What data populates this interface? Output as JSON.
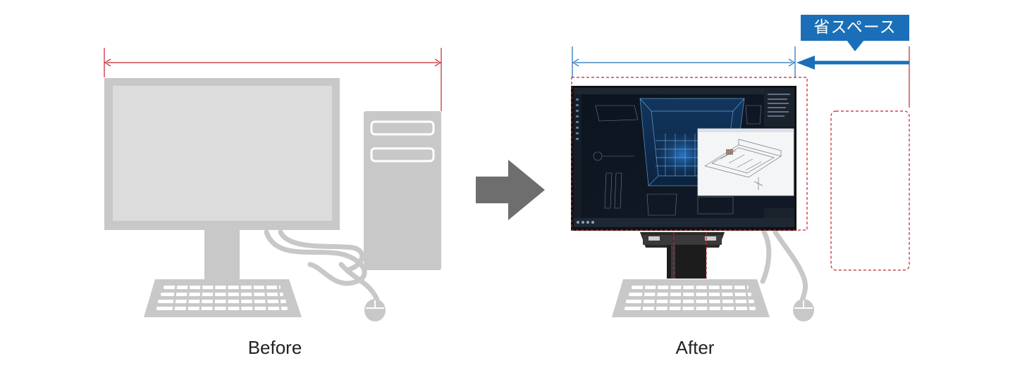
{
  "labels": {
    "before": "Before",
    "after": "After",
    "space_saving": "省スペース"
  },
  "colors": {
    "device_gray": "#c8c8c9",
    "screen_gray": "#dcdcdc",
    "red_measure": "#c8202c",
    "blue_measure": "#1a6fb8",
    "arrow_gray": "#6e6e6e"
  }
}
